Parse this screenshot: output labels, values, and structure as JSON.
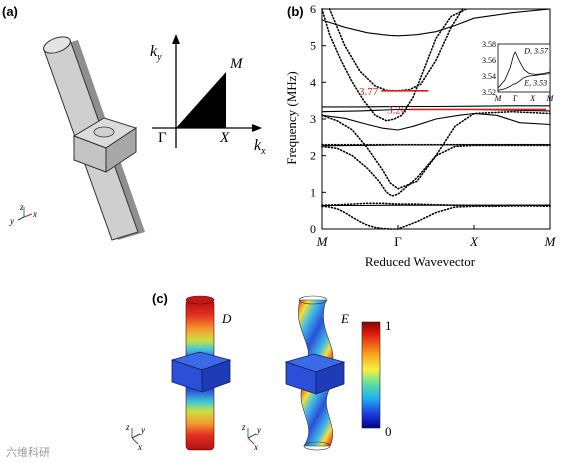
{
  "panels": {
    "a": {
      "label": "(a)",
      "axis_x": "x",
      "axis_y": "y",
      "axis_z": "z"
    },
    "b": {
      "label": "(b)"
    },
    "c": {
      "label": "(c)"
    }
  },
  "brillouin": {
    "ky": "k",
    "ky_sub": "y",
    "kx": "k",
    "kx_sub": "x",
    "gamma": "Γ",
    "x": "X",
    "m": "M"
  },
  "chart_data": {
    "type": "line",
    "title": "",
    "xlabel": "Reduced Wavevector",
    "ylabel": "Frequency (MHz)",
    "x_ticks": [
      "M",
      "Γ",
      "X",
      "M"
    ],
    "ylim": [
      0,
      6
    ],
    "y_ticks": [
      0,
      1,
      2,
      3,
      4,
      5,
      6
    ],
    "series": [
      {
        "style": "dotted",
        "k": [
          0,
          0.1,
          0.2,
          0.3,
          0.4,
          0.5,
          0.6,
          0.7,
          0.8,
          0.9,
          1.0,
          1.25,
          1.5,
          1.75,
          2.0,
          2.25,
          2.5,
          2.75,
          3.0
        ],
        "values": [
          0.62,
          0.6,
          0.55,
          0.45,
          0.32,
          0.2,
          0.1,
          0.04,
          0.01,
          0.0,
          0.0,
          0.2,
          0.45,
          0.6,
          0.62,
          0.62,
          0.63,
          0.63,
          0.62
        ]
      },
      {
        "style": "dotted",
        "k": [
          0,
          0.2,
          0.4,
          0.6,
          0.8,
          0.9,
          1.0,
          1.25,
          1.5,
          1.75,
          2.0,
          2.5,
          3.0
        ],
        "values": [
          0.65,
          0.66,
          0.68,
          0.7,
          0.7,
          0.69,
          0.68,
          0.68,
          0.66,
          0.65,
          0.64,
          0.64,
          0.65
        ]
      },
      {
        "style": "dotted",
        "k": [
          0,
          0.2,
          0.4,
          0.6,
          0.75,
          0.85,
          0.92,
          1.0,
          1.25,
          1.5,
          1.75,
          2.0,
          2.5,
          3.0
        ],
        "values": [
          2.25,
          2.2,
          2.0,
          1.65,
          1.3,
          1.0,
          0.9,
          0.95,
          1.4,
          2.0,
          2.25,
          2.28,
          2.28,
          2.28
        ]
      },
      {
        "style": "dotted",
        "k": [
          0,
          0.5,
          1.0,
          1.5,
          2.0,
          2.5,
          3.0
        ],
        "values": [
          2.3,
          2.3,
          2.3,
          2.3,
          2.3,
          2.3,
          2.3
        ]
      },
      {
        "style": "dotted",
        "k": [
          0,
          0.2,
          0.4,
          0.6,
          0.8,
          0.9,
          1.0,
          1.25,
          1.5,
          1.75,
          2.0,
          2.5,
          3.0
        ],
        "values": [
          3.1,
          2.95,
          2.7,
          2.2,
          1.6,
          1.25,
          1.1,
          1.3,
          2.0,
          2.8,
          3.15,
          3.2,
          3.15
        ]
      },
      {
        "style": "dotted",
        "k": [
          0,
          0.1,
          0.25,
          0.4,
          0.55,
          0.7,
          0.85,
          0.95,
          1.05,
          1.2,
          1.35,
          1.5,
          1.7,
          1.9
        ],
        "values": [
          6.0,
          5.3,
          4.6,
          4.0,
          3.5,
          3.1,
          2.95,
          3.0,
          3.1,
          3.6,
          4.4,
          5.2,
          5.8,
          6.0
        ]
      },
      {
        "style": "dotted",
        "k": [
          0.1,
          0.3,
          0.5,
          0.7,
          0.85,
          1.0,
          1.15,
          1.3,
          1.5,
          1.7,
          1.85
        ],
        "values": [
          6.0,
          5.0,
          4.3,
          3.9,
          3.78,
          3.77,
          3.8,
          3.95,
          4.6,
          5.5,
          6.0
        ]
      },
      {
        "style": "solid",
        "k": [
          0,
          0.3,
          0.6,
          0.8,
          0.9,
          1.0,
          1.1,
          1.25,
          1.5,
          1.75,
          2.0,
          2.5,
          3.0
        ],
        "values": [
          5.7,
          5.5,
          5.35,
          5.3,
          5.28,
          5.27,
          5.28,
          5.3,
          5.38,
          5.55,
          5.75,
          5.9,
          6.0
        ]
      },
      {
        "style": "solid",
        "k": [
          0,
          0.5,
          1.0,
          1.5,
          2.0,
          2.5,
          3.0
        ],
        "values": [
          3.33,
          3.33,
          3.34,
          3.34,
          3.35,
          3.36,
          3.36
        ]
      },
      {
        "style": "solid",
        "k": [
          0,
          0.5,
          1.0,
          1.5,
          2.0,
          2.5,
          3.0
        ],
        "values": [
          3.2,
          3.22,
          3.26,
          3.26,
          3.26,
          3.24,
          3.22
        ]
      },
      {
        "style": "solid",
        "k": [
          0,
          0.3,
          0.6,
          0.8,
          1.0,
          1.2,
          1.5,
          1.8,
          2.0,
          2.3,
          2.6,
          3.0
        ],
        "values": [
          3.1,
          3.02,
          2.85,
          2.75,
          2.7,
          2.8,
          3.0,
          3.1,
          3.15,
          3.1,
          2.9,
          2.85
        ]
      },
      {
        "style": "solid",
        "k": [
          0,
          0.5,
          1.0,
          1.5,
          2.0,
          2.5,
          3.0
        ],
        "values": [
          2.27,
          2.28,
          2.29,
          2.29,
          2.3,
          2.3,
          2.3
        ]
      },
      {
        "style": "solid",
        "k": [
          0,
          0.5,
          1.0,
          1.5,
          2.0,
          2.5,
          3.0
        ],
        "values": [
          0.64,
          0.64,
          0.65,
          0.65,
          0.65,
          0.65,
          0.65
        ]
      }
    ],
    "annotations": [
      {
        "text": "3.77",
        "y": 3.77,
        "color": "#d62020"
      },
      {
        "text": "3.26",
        "y": 3.26,
        "color": "#d62020"
      }
    ],
    "inset": {
      "y_ticks": [
        "3.58",
        "3.56",
        "3.54",
        "3.52"
      ],
      "ylim": [
        3.52,
        3.58
      ],
      "x_ticks": [
        "M",
        "Γ",
        "X",
        "M"
      ],
      "labels": [
        {
          "text": "D, 3.57",
          "k": 1.05,
          "y": 3.572
        },
        {
          "text": "E, 3.53",
          "k": 1.05,
          "y": 3.532
        }
      ],
      "series": [
        {
          "k": [
            0,
            0.4,
            0.7,
            0.9,
            1.0,
            1.2,
            1.5,
            1.8,
            2.2,
            2.6,
            3.0
          ],
          "values": [
            3.525,
            3.535,
            3.55,
            3.566,
            3.57,
            3.56,
            3.548,
            3.543,
            3.542,
            3.543,
            3.545
          ]
        },
        {
          "k": [
            0,
            0.4,
            0.7,
            0.9,
            1.0,
            1.2,
            1.5,
            1.8,
            2.2,
            2.6,
            3.0
          ],
          "values": [
            3.522,
            3.524,
            3.527,
            3.53,
            3.53,
            3.533,
            3.538,
            3.54,
            3.541,
            3.542,
            3.543
          ]
        }
      ]
    }
  },
  "modes": {
    "d_label": "D",
    "e_label": "E",
    "colorbar": {
      "max": "1",
      "min": "0"
    },
    "axes_d": {
      "y": "y",
      "z": "z",
      "x": "x"
    },
    "axes_e": {
      "y": "y",
      "z": "z",
      "x": "x"
    }
  },
  "watermark": "六维科研"
}
